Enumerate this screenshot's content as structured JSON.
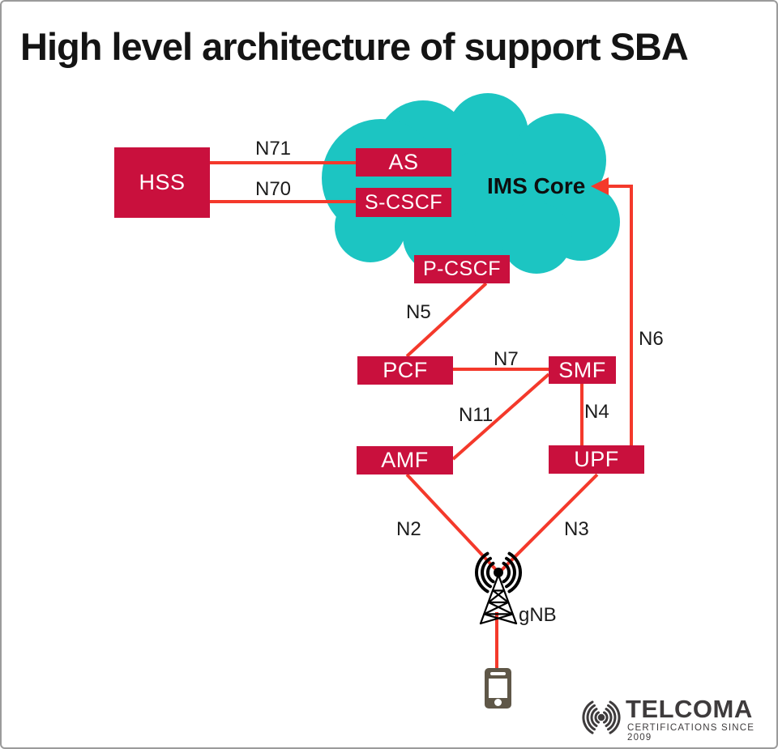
{
  "title": "High level architecture of support SBA",
  "cloud": {
    "label": "IMS Core"
  },
  "nodes": {
    "hss": "HSS",
    "as": "AS",
    "scscf": "S-CSCF",
    "pcscf": "P-CSCF",
    "pcf": "PCF",
    "smf": "SMF",
    "amf": "AMF",
    "upf": "UPF"
  },
  "interfaces": {
    "n71": "N71",
    "n70": "N70",
    "n5": "N5",
    "n7": "N7",
    "n11": "N11",
    "n4": "N4",
    "n6": "N6",
    "n2": "N2",
    "n3": "N3"
  },
  "ran": {
    "gnb_label": "gNB"
  },
  "logo": {
    "name": "TELCOMA",
    "tagline": "CERTIFICATIONS SINCE 2009"
  },
  "colors": {
    "node_fill": "#C9103D",
    "link_red": "#F4392B",
    "cloud_teal": "#1CC5C2",
    "phone_body": "#5F5748",
    "logo_gray": "#3E3B3C"
  }
}
